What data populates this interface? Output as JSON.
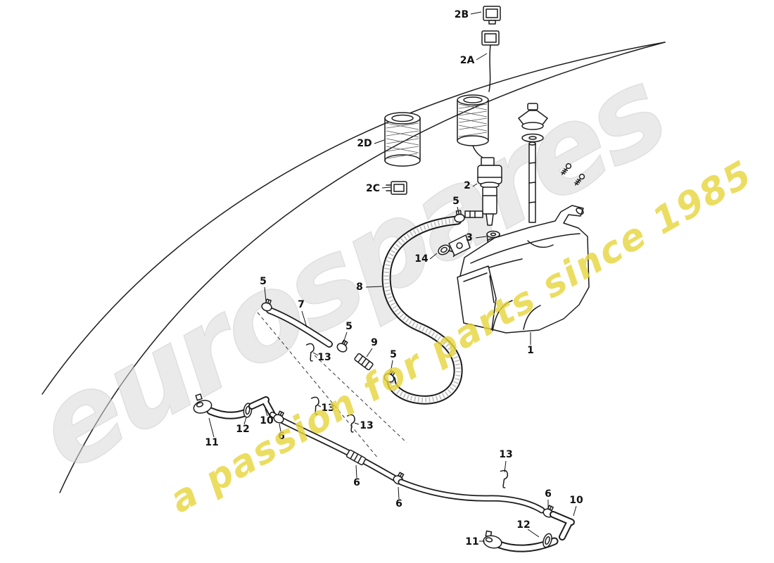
{
  "page": {
    "background_color": "#ffffff"
  },
  "watermark": {
    "brand": "eurospares",
    "tagline": "a passion for parts since 1985",
    "brand_color": "#d9d9d9",
    "tagline_color": "#e7d53a",
    "swoosh_color": "#d4d4d4"
  },
  "diagram": {
    "ink_color": "#1c1c1c",
    "labels": [
      {
        "text": "2B"
      },
      {
        "text": "2A"
      },
      {
        "text": "2D"
      },
      {
        "text": "2C"
      },
      {
        "text": "2"
      },
      {
        "text": "5"
      },
      {
        "text": "3"
      },
      {
        "text": "14"
      },
      {
        "text": "8"
      },
      {
        "text": "5"
      },
      {
        "text": "7"
      },
      {
        "text": "13"
      },
      {
        "text": "9"
      },
      {
        "text": "5"
      },
      {
        "text": "5"
      },
      {
        "text": "1"
      },
      {
        "text": "11"
      },
      {
        "text": "12"
      },
      {
        "text": "10"
      },
      {
        "text": "6"
      },
      {
        "text": "13"
      },
      {
        "text": "13"
      },
      {
        "text": "6"
      },
      {
        "text": "6"
      },
      {
        "text": "13"
      },
      {
        "text": "6"
      },
      {
        "text": "10"
      },
      {
        "text": "12"
      },
      {
        "text": "11"
      }
    ]
  }
}
